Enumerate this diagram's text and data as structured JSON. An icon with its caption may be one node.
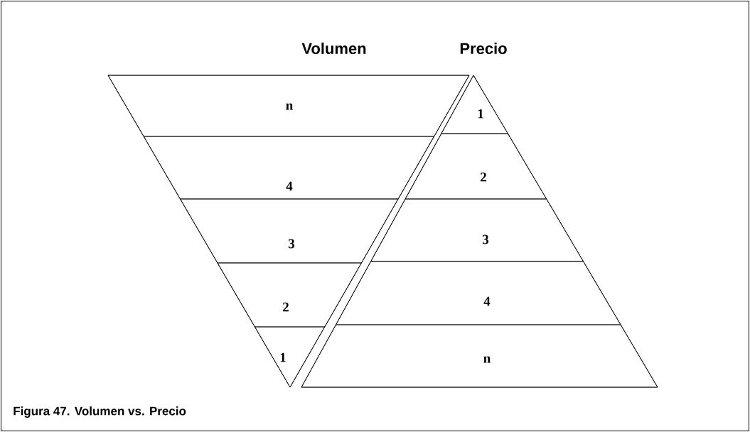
{
  "diagram": {
    "caption": "Figura 47.  Volumen vs. Precio",
    "nodes": [
      {
        "text": [
          "Volumen"
        ]
      },
      {
        "text": [
          "n"
        ],
        "in": 0
      },
      {
        "text": [
          "4"
        ],
        "in": 0
      },
      {
        "text": [
          "3"
        ],
        "in": 0
      },
      {
        "text": [
          "2"
        ],
        "in": 0
      },
      {
        "text": [
          "1"
        ],
        "in": 0
      },
      {
        "text": [
          "Precio"
        ]
      },
      {
        "text": [
          "1"
        ],
        "in": 6
      },
      {
        "text": [
          "2"
        ],
        "in": 6
      },
      {
        "text": [
          "3"
        ],
        "in": 6
      },
      {
        "text": [
          "4"
        ],
        "in": 6
      },
      {
        "text": [
          "n"
        ],
        "in": 6
      }
    ]
  }
}
